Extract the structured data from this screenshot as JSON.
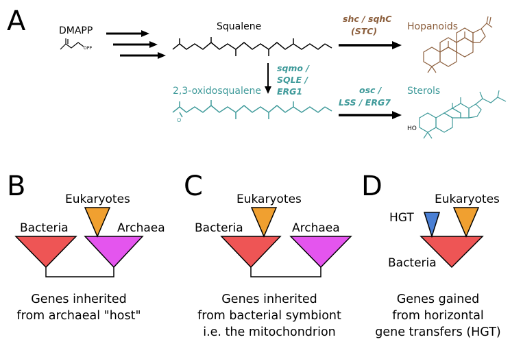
{
  "panels": {
    "a": "A",
    "b": "B",
    "c": "C",
    "d": "D"
  },
  "pathway": {
    "dmapp": "DMAPP",
    "opp": "OPP",
    "squalene": "Squalene",
    "oxidosqualene": "2,3-oxidosqualene",
    "ho": "HO",
    "o": "O",
    "hopanoids": "Hopanoids",
    "sterols": "Sterols",
    "genes_hop_1": "shc / sqhC",
    "genes_hop_2": "(STC)",
    "genes_sqle_1": "sqmo /",
    "genes_sqle_2": "SQLE /",
    "genes_sqle_3": "ERG1",
    "genes_ster_1": "osc /",
    "genes_ster_2": "LSS / ERG7"
  },
  "trees": {
    "b": {
      "eukaryotes": "Eukaryotes",
      "bacteria": "Bacteria",
      "archaea": "Archaea",
      "caption": [
        "Genes inherited",
        "from archaeal \"host\""
      ]
    },
    "c": {
      "eukaryotes": "Eukaryotes",
      "bacteria": "Bacteria",
      "archaea": "Archaea",
      "caption": [
        "Genes inherited",
        "from bacterial symbiont",
        "i.e. the mitochondrion"
      ]
    },
    "d": {
      "hgt": "HGT",
      "eukaryotes": "Eukaryotes",
      "bacteria": "Bacteria",
      "caption": [
        "Genes gained",
        "from horizontal",
        "gene transfers (HGT)"
      ]
    }
  },
  "colors": {
    "bacteria": "#ee5555",
    "archaea": "#e455ee",
    "eukaryotes": "#f0a030",
    "hgt": "#4a7fd4",
    "hopanoid_brown": "#8b5e3c",
    "sterol_teal": "#3f9a9a"
  }
}
